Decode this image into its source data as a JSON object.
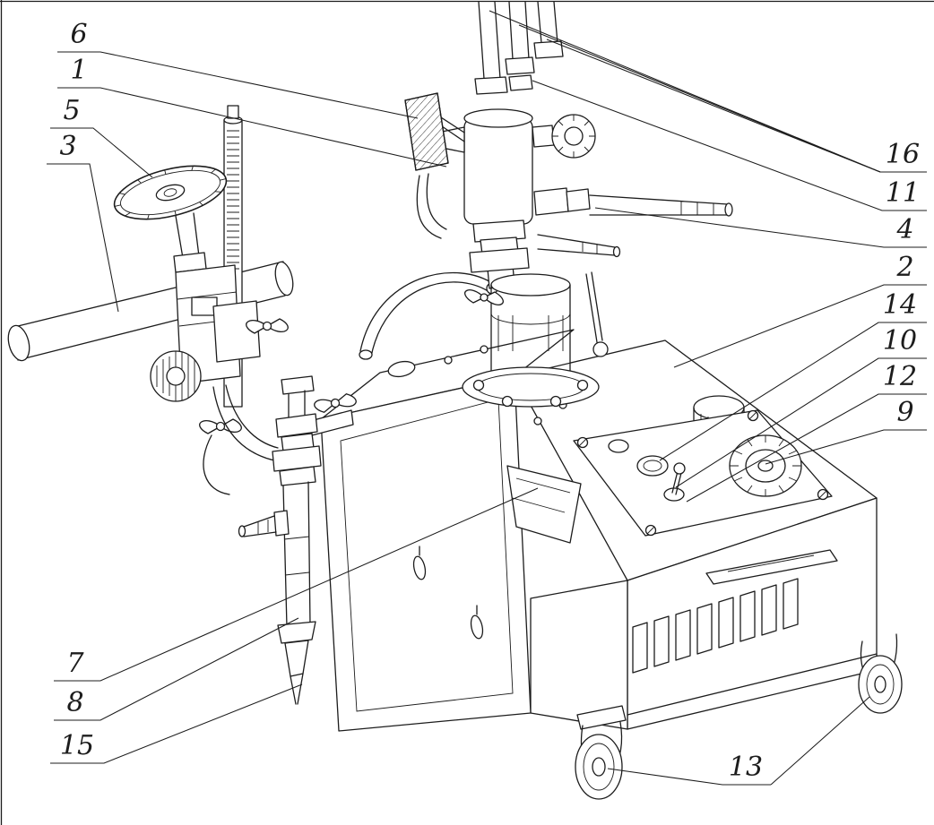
{
  "figure": {
    "description": "black-and-white engineering line drawing of a portable gas cutting machine with numbered part callouts",
    "colors": {
      "ink": "#1c1c1c",
      "paper": "#ffffff"
    },
    "callouts": [
      {
        "label": "6"
      },
      {
        "label": "1"
      },
      {
        "label": "5"
      },
      {
        "label": "3"
      },
      {
        "label": "7"
      },
      {
        "label": "8"
      },
      {
        "label": "15"
      },
      {
        "label": "16"
      },
      {
        "label": "11"
      },
      {
        "label": "4"
      },
      {
        "label": "2"
      },
      {
        "label": "14"
      },
      {
        "label": "10"
      },
      {
        "label": "12"
      },
      {
        "label": "9"
      },
      {
        "label": "13"
      }
    ]
  }
}
